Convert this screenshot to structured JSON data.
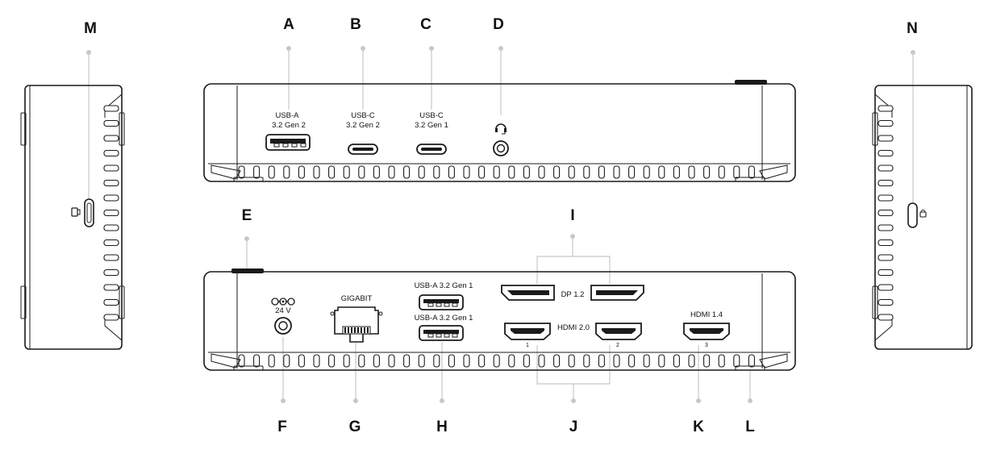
{
  "callouts": {
    "A": "A",
    "B": "B",
    "C": "C",
    "D": "D",
    "E": "E",
    "F": "F",
    "G": "G",
    "H": "H",
    "I": "I",
    "J": "J",
    "K": "K",
    "L": "L",
    "M": "M",
    "N": "N"
  },
  "front_panel": {
    "usb_a_line1": "USB-A",
    "usb_a_line2": "3.2 Gen 2",
    "usb_c1_line1": "USB-C",
    "usb_c1_line2": "3.2 Gen 2",
    "usb_c2_line1": "USB-C",
    "usb_c2_line2": "3.2 Gen 1"
  },
  "rear_panel": {
    "power_label": "24 V",
    "ethernet_label": "GIGABIT",
    "usb_top_label": "USB-A 3.2 Gen 1",
    "usb_bottom_label": "USB-A 3.2 Gen 1",
    "dp_label": "DP 1.2",
    "hdmi20_label": "HDMI 2.0",
    "hdmi14_label": "HDMI 1.4",
    "hdmi_num_1": "1",
    "hdmi_num_2": "2",
    "hdmi_num_3": "3"
  }
}
